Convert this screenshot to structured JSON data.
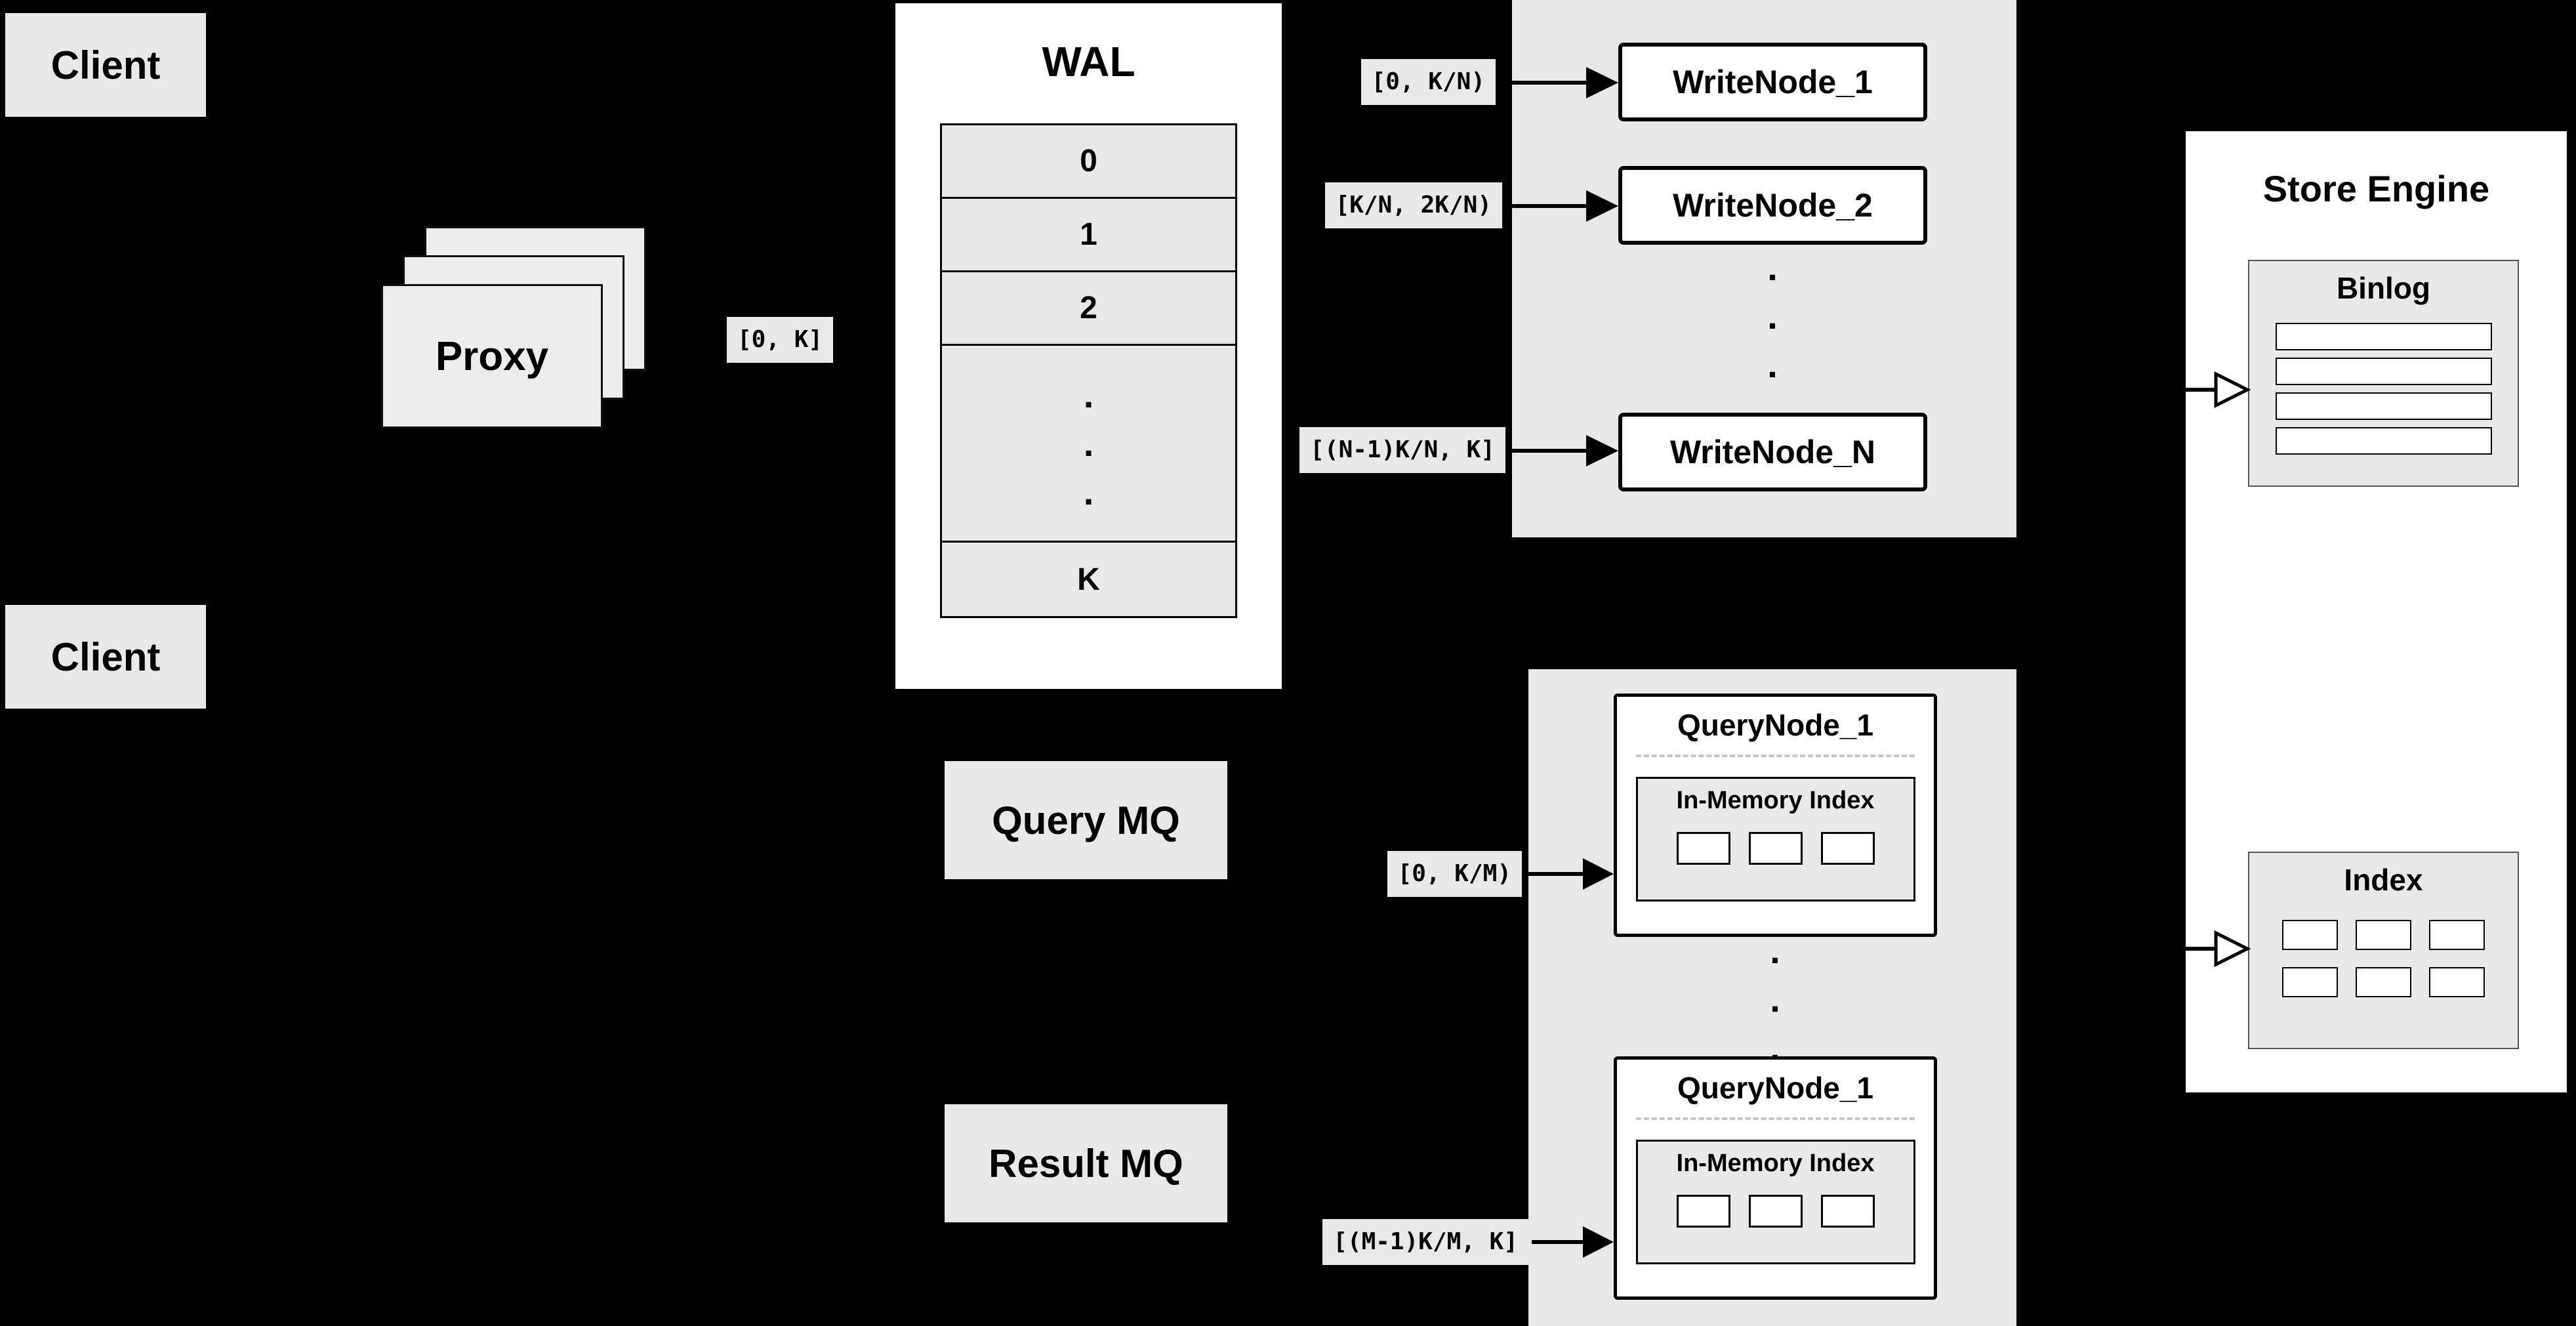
{
  "colors": {
    "background": "#000000",
    "panel_gray": "#e9e9e9",
    "box_white": "#ffffff",
    "border_black": "#000000"
  },
  "clients": {
    "top_label": "Client",
    "bottom_label": "Client"
  },
  "proxy": {
    "label": "Proxy"
  },
  "range_labels": {
    "proxy_to_wal": "[0, K]",
    "write": [
      "[0, K/N)",
      "[K/N, 2K/N)",
      "[(N-1)K/N, K]"
    ],
    "query": [
      "[0, K/M)",
      "[(M-1)K/M, K]"
    ]
  },
  "wal": {
    "title": "WAL",
    "rows": [
      "0",
      "1",
      "2"
    ],
    "last_row": "K"
  },
  "write_nodes": {
    "labels": [
      "WriteNode_1",
      "WriteNode_2",
      "WriteNode_N"
    ]
  },
  "mq": {
    "query_label": "Query MQ",
    "result_label": "Result MQ"
  },
  "query_nodes": {
    "top": {
      "title": "QueryNode_1",
      "index_label": "In-Memory Index"
    },
    "bottom": {
      "title": "QueryNode_1",
      "index_label": "In-Memory Index"
    }
  },
  "store_engine": {
    "title": "Store Engine",
    "binlog_label": "Binlog",
    "index_label": "Index"
  },
  "misc": {
    "dot": "."
  }
}
